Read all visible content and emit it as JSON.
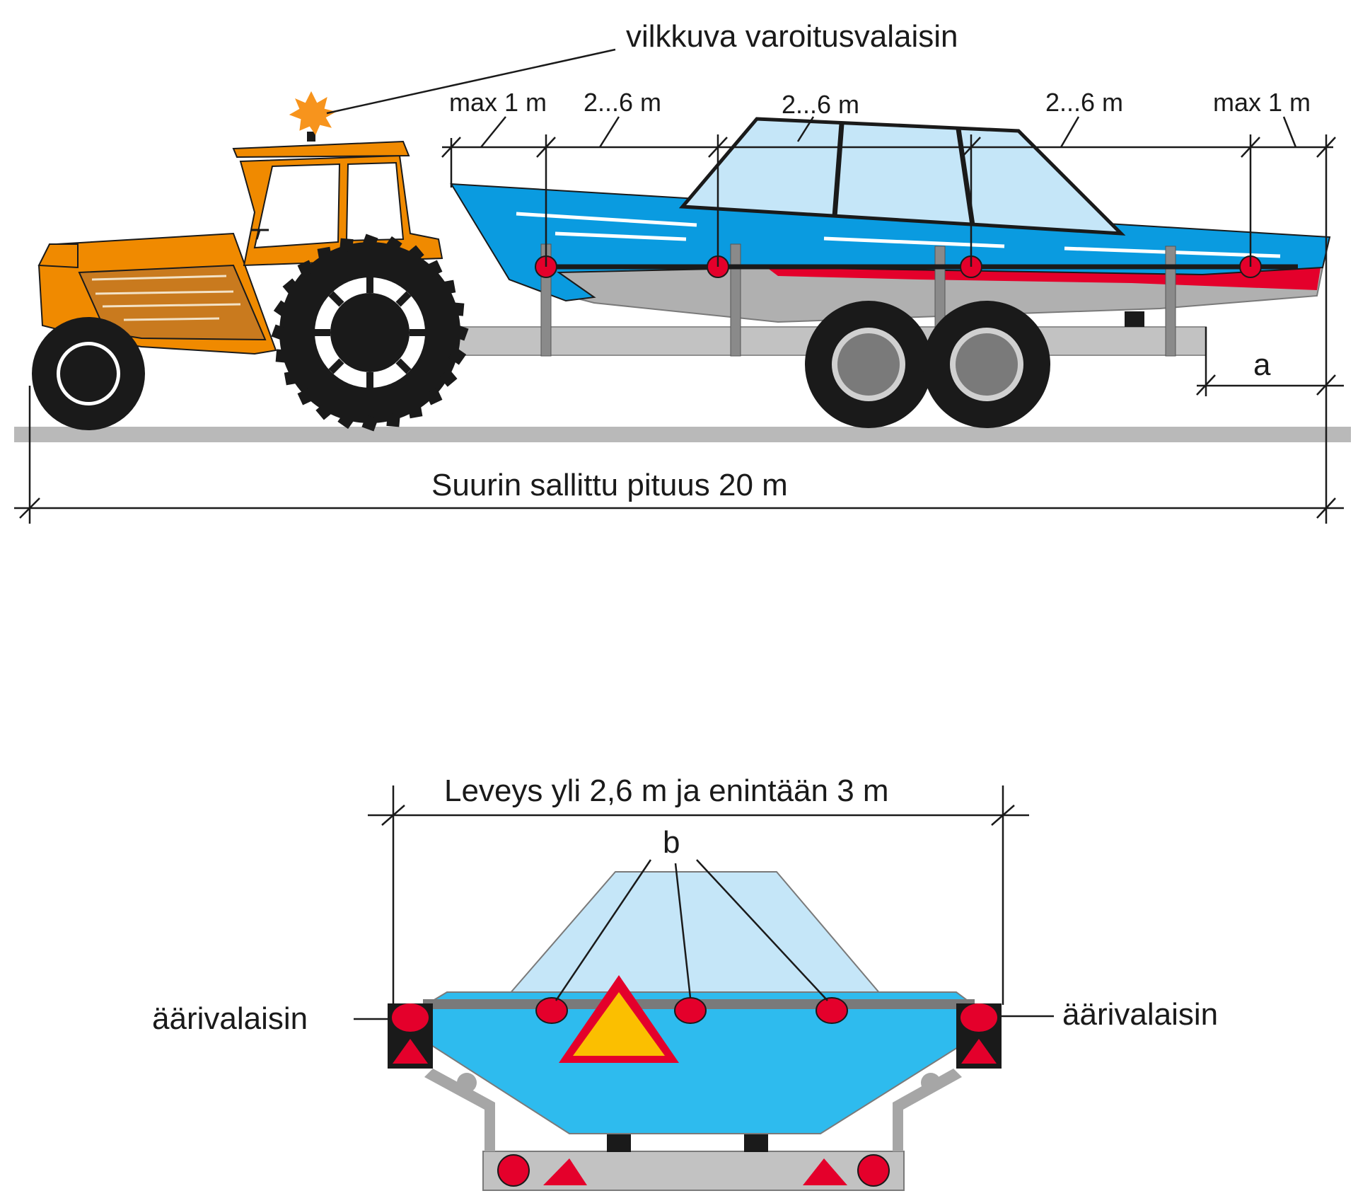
{
  "labels": {
    "warning_light": "vilkkuva varoitusvalaisin",
    "spacing_front": "max 1 m",
    "spacing_1": "2...6 m",
    "spacing_2": "2...6 m",
    "spacing_3": "2...6 m",
    "spacing_rear": "max 1 m",
    "overhang": "a",
    "max_length": "Suurin sallittu pituus 20 m",
    "width": "Leveys yli 2,6 m ja enintään 3 m",
    "rear_lights": "b",
    "marker_left": "äärivalaisin",
    "marker_right": "äärivalaisin"
  },
  "colors": {
    "tractor": "#f08a00",
    "tractor_dark": "#c97a1e",
    "boat_hull": "#0a9be0",
    "boat_rear": "#2ebbee",
    "windshield": "#c5e6f8",
    "trailer": "#c2c2c2",
    "light_red": "#e4002b",
    "warning_triangle": "#fbbf00",
    "ground": "#b9b9b9",
    "beacon": "#f7941d"
  },
  "icons": {
    "beacon": "rotating-beacon-icon",
    "side_light": "side-marker-light-icon",
    "reflector": "triangle-reflector-icon",
    "slow_vehicle_sign": "slow-moving-vehicle-triangle-icon"
  }
}
